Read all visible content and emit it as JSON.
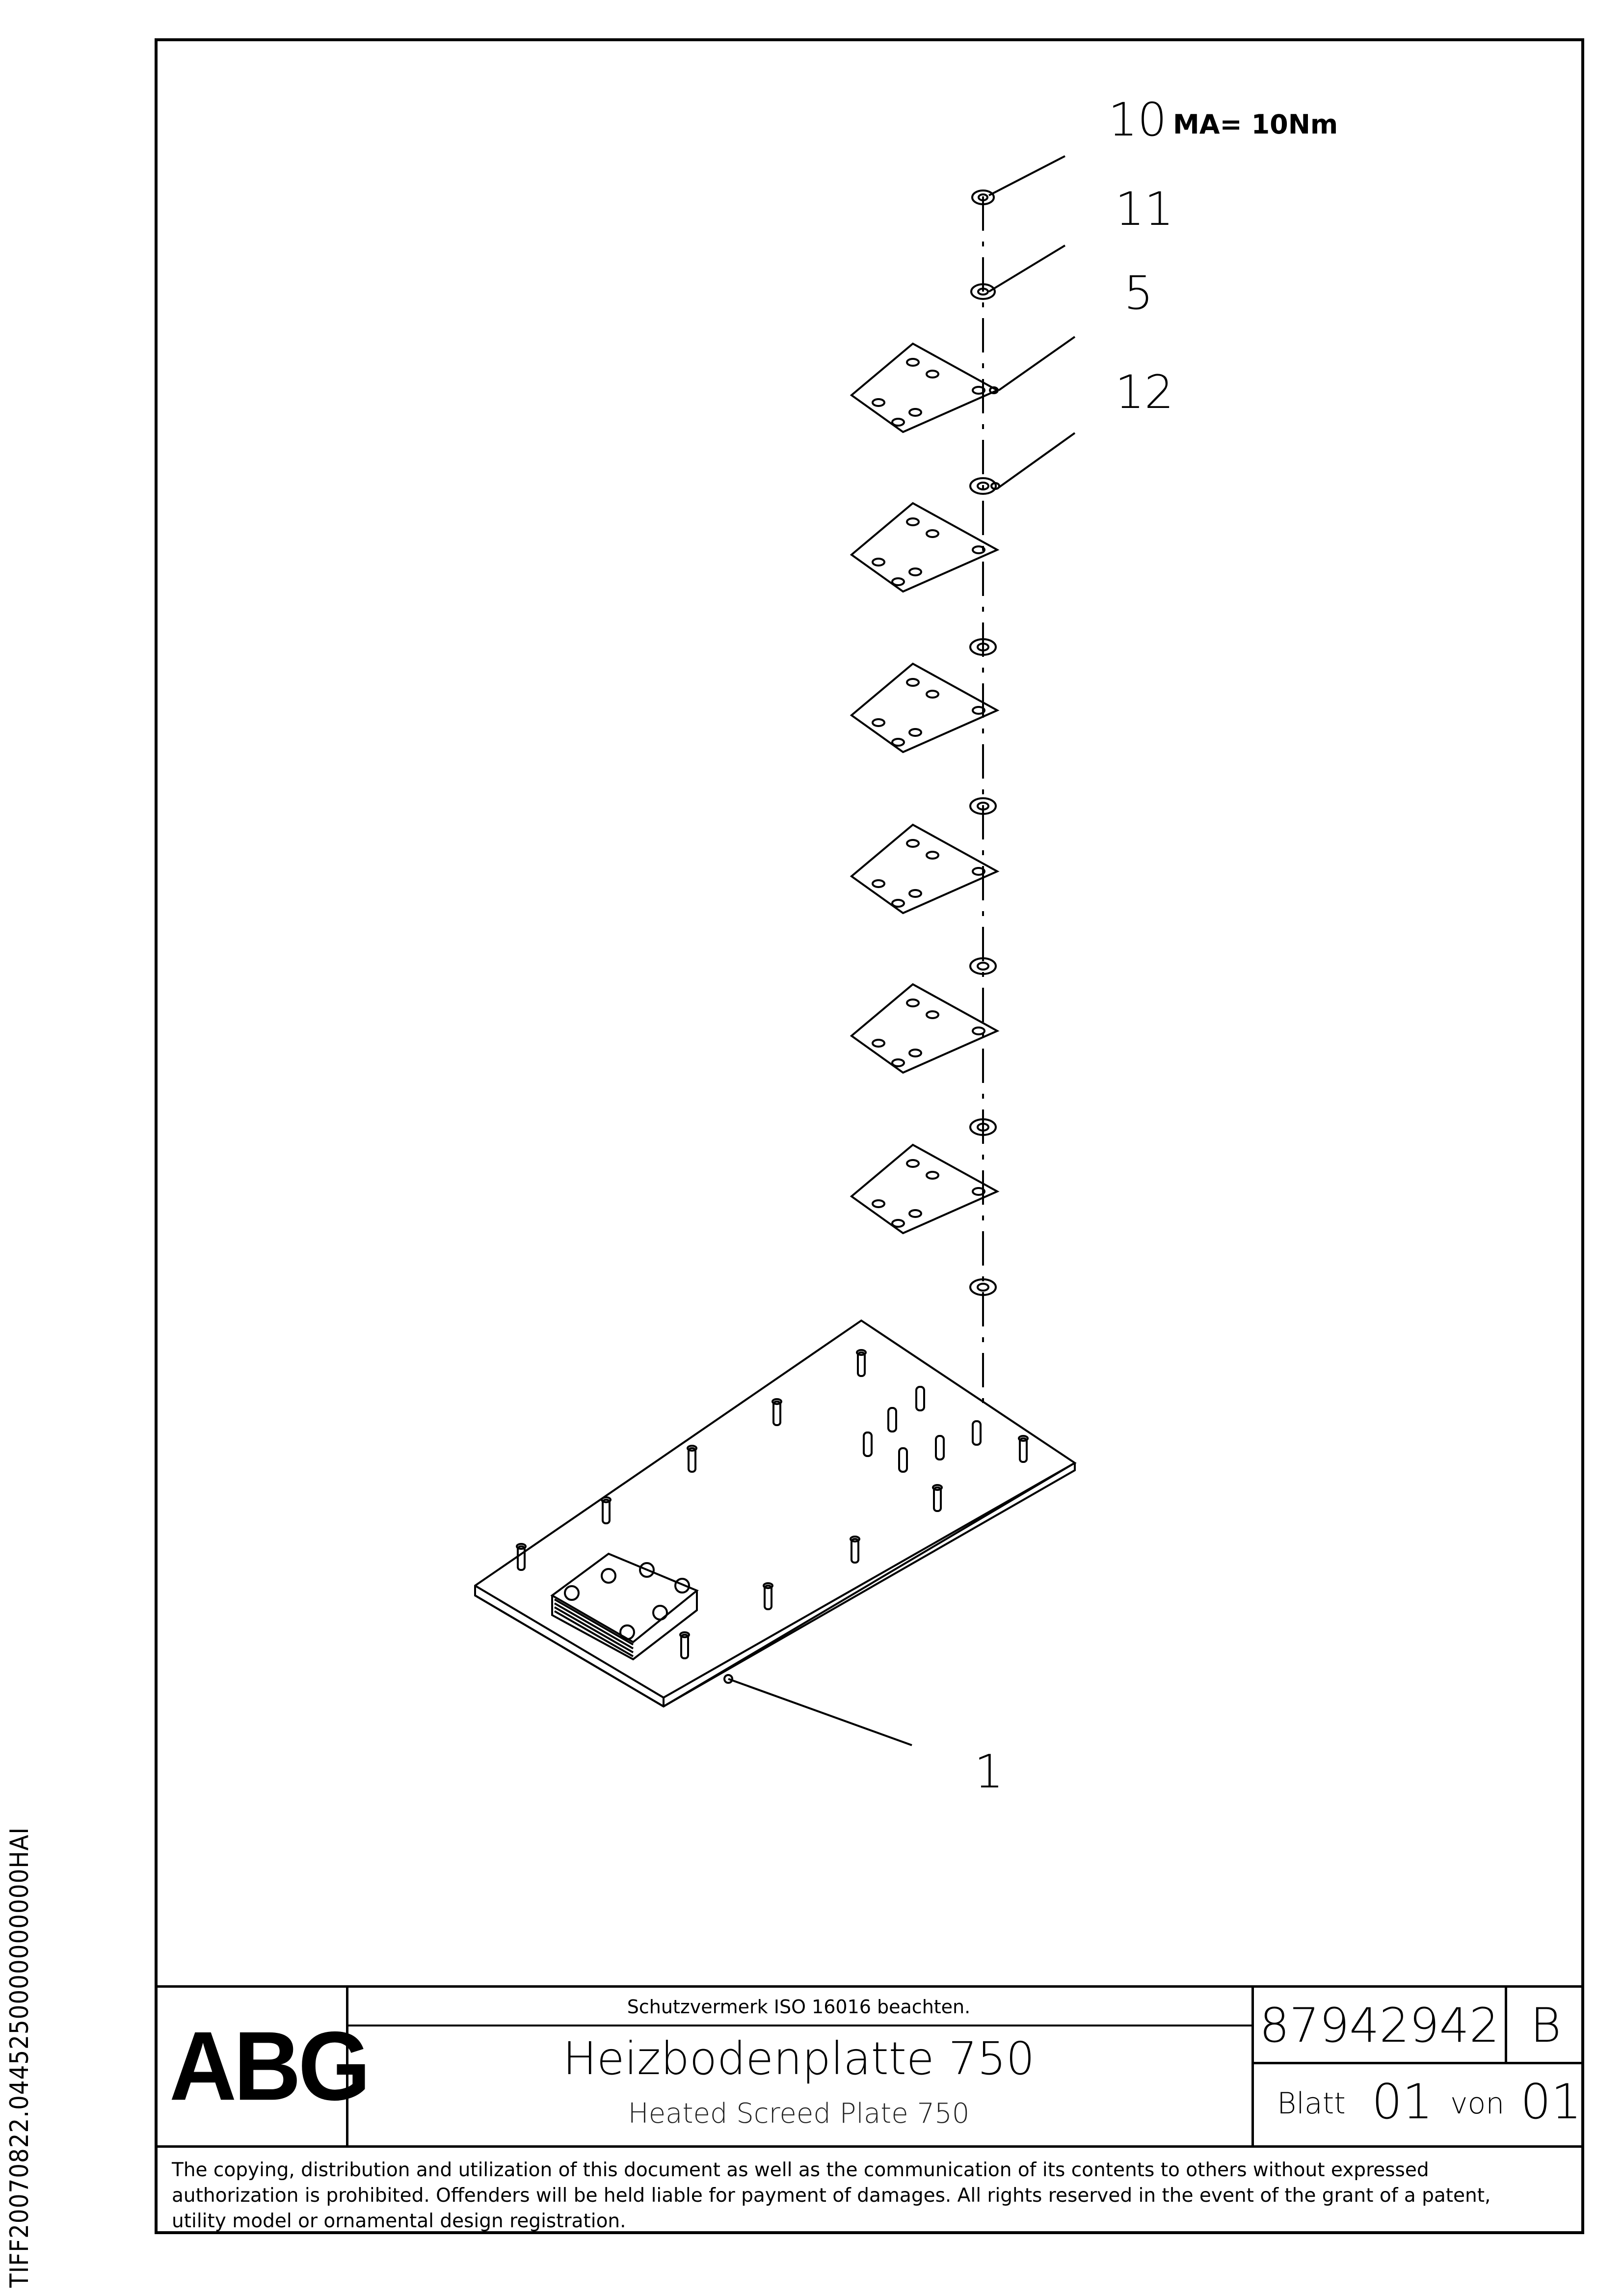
{
  "callouts": [
    {
      "id": "c10",
      "label": "10"
    },
    {
      "id": "c11",
      "label": "11"
    },
    {
      "id": "c5",
      "label": "5"
    },
    {
      "id": "c12",
      "label": "12"
    },
    {
      "id": "c1",
      "label": "1"
    }
  ],
  "torque_note": "MA= 10Nm",
  "title_block": {
    "logo": "ABG",
    "protection_note": "Schutzvermerk ISO 16016 beachten.",
    "title_de": "Heizbodenplatte 750",
    "title_en": "Heated Screed Plate 750",
    "drawing_number": "87942942",
    "revision": "B",
    "sheet_label": "Blatt",
    "sheet_number": "01",
    "of_label": "von",
    "total_sheets": "01"
  },
  "copyright_notice": "The copying, distribution and utilization of this document as well as the communication of its contents to others without expressed authorization is prohibited. Offenders will be held liable for payment of damages. All rights reserved in the event of the grant of a patent, utility model or ornamental design registration.",
  "side_identifier": "TIFF20070822.0445250000000000HAI"
}
